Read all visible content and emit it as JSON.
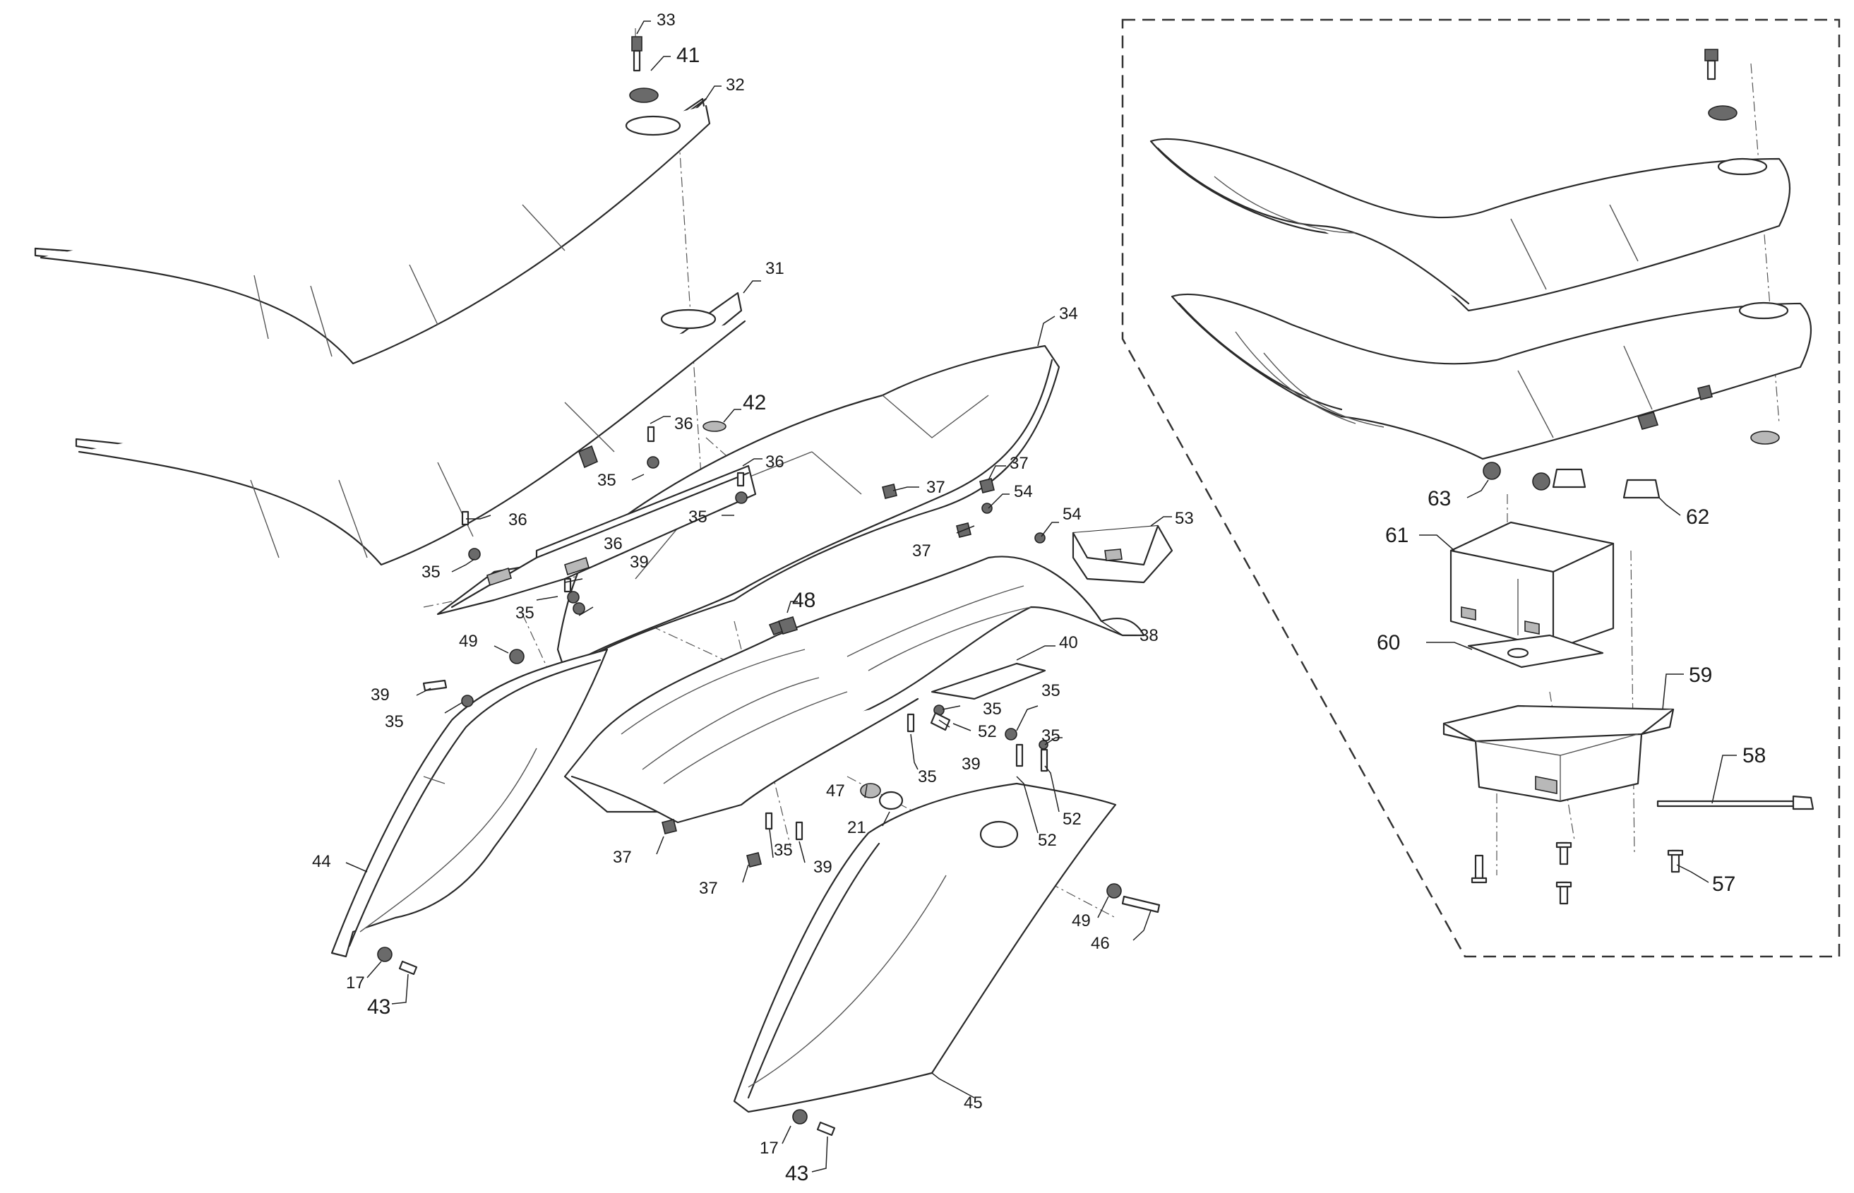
{
  "diagram": {
    "callouts": [
      {
        "id": "c33",
        "text": "33"
      },
      {
        "id": "c41",
        "text": "41"
      },
      {
        "id": "c32",
        "text": "32"
      },
      {
        "id": "c31",
        "text": "31"
      },
      {
        "id": "c34",
        "text": "34"
      },
      {
        "id": "c42",
        "text": "42"
      },
      {
        "id": "c36a",
        "text": "36"
      },
      {
        "id": "c35a",
        "text": "35"
      },
      {
        "id": "c36b",
        "text": "36"
      },
      {
        "id": "c35b",
        "text": "35"
      },
      {
        "id": "c36c",
        "text": "36"
      },
      {
        "id": "c35c",
        "text": "35"
      },
      {
        "id": "c36d",
        "text": "36"
      },
      {
        "id": "c39a",
        "text": "39"
      },
      {
        "id": "c35d",
        "text": "35"
      },
      {
        "id": "c37a",
        "text": "37"
      },
      {
        "id": "c37b",
        "text": "37"
      },
      {
        "id": "c54a",
        "text": "54"
      },
      {
        "id": "c54b",
        "text": "54"
      },
      {
        "id": "c37c",
        "text": "37"
      },
      {
        "id": "c53",
        "text": "53"
      },
      {
        "id": "c48",
        "text": "48"
      },
      {
        "id": "c38",
        "text": "38"
      },
      {
        "id": "c49a",
        "text": "49"
      },
      {
        "id": "c40",
        "text": "40"
      },
      {
        "id": "c39b",
        "text": "39"
      },
      {
        "id": "c35e",
        "text": "35"
      },
      {
        "id": "c35f",
        "text": "35"
      },
      {
        "id": "c35g",
        "text": "35"
      },
      {
        "id": "c52a",
        "text": "52"
      },
      {
        "id": "c39c",
        "text": "39"
      },
      {
        "id": "c35h",
        "text": "35"
      },
      {
        "id": "c35i",
        "text": "35"
      },
      {
        "id": "c47",
        "text": "47"
      },
      {
        "id": "c21",
        "text": "21"
      },
      {
        "id": "c52b",
        "text": "52"
      },
      {
        "id": "c52c",
        "text": "52"
      },
      {
        "id": "c37d",
        "text": "37"
      },
      {
        "id": "c35j",
        "text": "35"
      },
      {
        "id": "c39d",
        "text": "39"
      },
      {
        "id": "c37e",
        "text": "37"
      },
      {
        "id": "c44",
        "text": "44"
      },
      {
        "id": "c17a",
        "text": "17"
      },
      {
        "id": "c43a",
        "text": "43"
      },
      {
        "id": "c49b",
        "text": "49"
      },
      {
        "id": "c46",
        "text": "46"
      },
      {
        "id": "c45",
        "text": "45"
      },
      {
        "id": "c17b",
        "text": "17"
      },
      {
        "id": "c43b",
        "text": "43"
      },
      {
        "id": "c63",
        "text": "63"
      },
      {
        "id": "c62",
        "text": "62"
      },
      {
        "id": "c61",
        "text": "61"
      },
      {
        "id": "c60",
        "text": "60"
      },
      {
        "id": "c59",
        "text": "59"
      },
      {
        "id": "c58",
        "text": "58"
      },
      {
        "id": "c57",
        "text": "57"
      }
    ]
  }
}
